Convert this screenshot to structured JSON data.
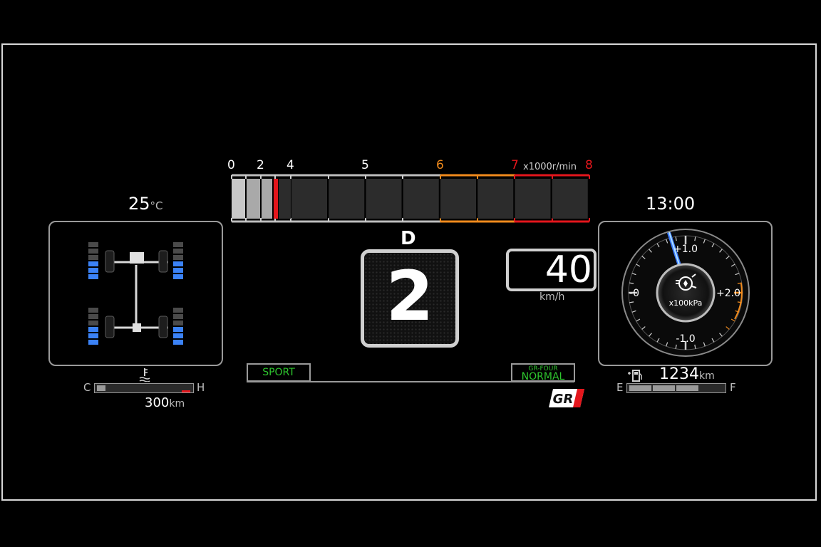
{
  "left": {
    "temp_value": "25",
    "temp_unit": "°C",
    "coolant_low": "C",
    "coolant_high": "H",
    "range_value": "300",
    "range_unit": "km",
    "coolant_level": 0.05
  },
  "right": {
    "clock": "13:00",
    "boost_labels": {
      "top": "+1.0",
      "left": "-0",
      "right": "+2.0",
      "bottom": "-1.0"
    },
    "boost_unit": "x100kPa",
    "odometer_value": "1234",
    "odometer_unit": "km",
    "fuel_empty": "E",
    "fuel_full": "F",
    "fuel_level": 0.75
  },
  "tacho": {
    "labels": [
      "0",
      "2",
      "4",
      "5",
      "6",
      "7",
      "8"
    ],
    "unit": "x1000r/min",
    "rpm": 1.2
  },
  "center": {
    "shift_mode": "D",
    "gear": "2",
    "speed": "40",
    "speed_unit": "km/h",
    "drive_mode": "SPORT",
    "awd_label": "GR-FOUR",
    "awd_mode": "NORMAL",
    "logo": "GR"
  },
  "colors": {
    "accent_green": "#2ec72e",
    "warning_orange": "#f08a1c",
    "redline": "#e4161c",
    "torque_blue": "#3b82f6",
    "needle_blue": "#3d7bff"
  }
}
